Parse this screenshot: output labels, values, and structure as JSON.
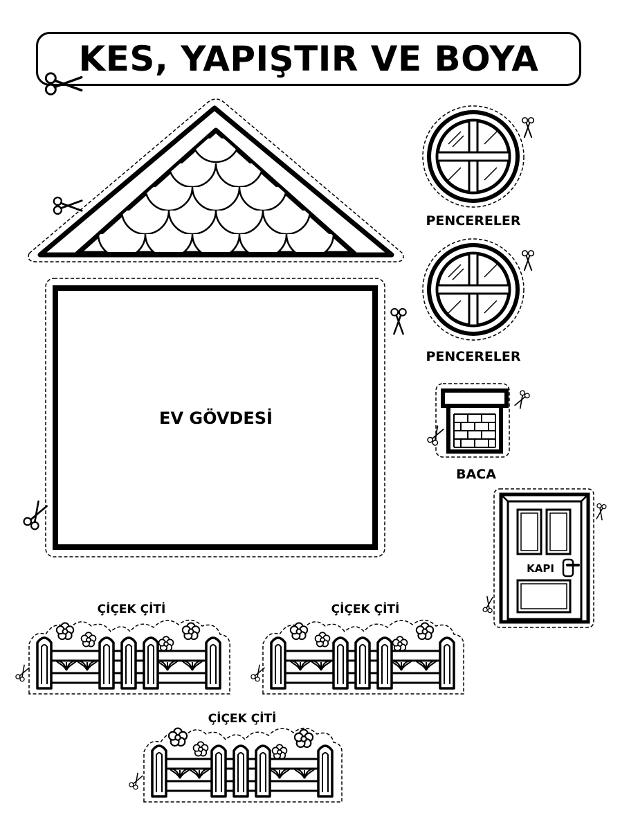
{
  "title": "KES, YAPIŞTIR VE BOYA",
  "body_label": "EV GÖVDESİ",
  "windows": [
    {
      "label": "PENCERELER"
    },
    {
      "label": "PENCERELER"
    }
  ],
  "chimney_label": "BACA",
  "door_label": "KAPI",
  "fences": [
    {
      "label": "ÇİÇEK ÇİTİ"
    },
    {
      "label": "ÇİÇEK ÇİTİ"
    },
    {
      "label": "ÇİÇEK ÇİTİ"
    }
  ],
  "icons": [
    "scissors-icon",
    "flower-icon",
    "tulip-leaf-icon",
    "brick-icon",
    "door-handle-icon"
  ],
  "colors": {
    "ink": "#000000",
    "paper": "#ffffff"
  }
}
